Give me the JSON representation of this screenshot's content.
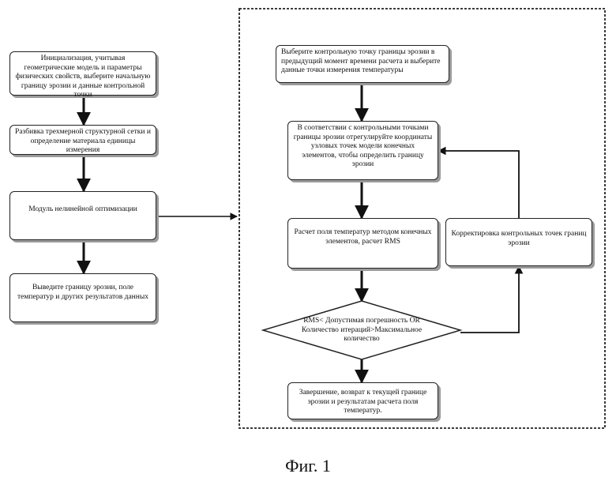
{
  "nodes": {
    "init": "Инициализация, учитывая геометрические модель и параметры физических свойств, выберите начальную границу эрозии и данные контрольной точки",
    "mesh": "Разбивка трехмерной структурной сетки и определение материала единицы измерения",
    "nlopt": "Модуль нелинейной оптимизации",
    "output": "Выведите границу эрозии, поле температур и других результатов данных",
    "select_ctrl": "Выберите контрольную точку границы эрозии в предыдущий момент времени расчета и выберите данные точки измерения температуры",
    "adjust": "В соответствии с контрольными точками границы эрозии отрегулируйте координаты узловых точек модели конечных элементов, чтобы определить границу эрозии",
    "fem": "Расчет поля температур методом конечных элементов, расчет RMS",
    "correct": "Корректировка контрольных точек границ эрозии",
    "decision": "RMS< Допустимая погрешность OR Количество итераций>Максимальное количество",
    "finish": "Завершение, возврат к текущей границе эрозии и результатам расчета поля температур."
  },
  "caption": "Фиг. 1"
}
